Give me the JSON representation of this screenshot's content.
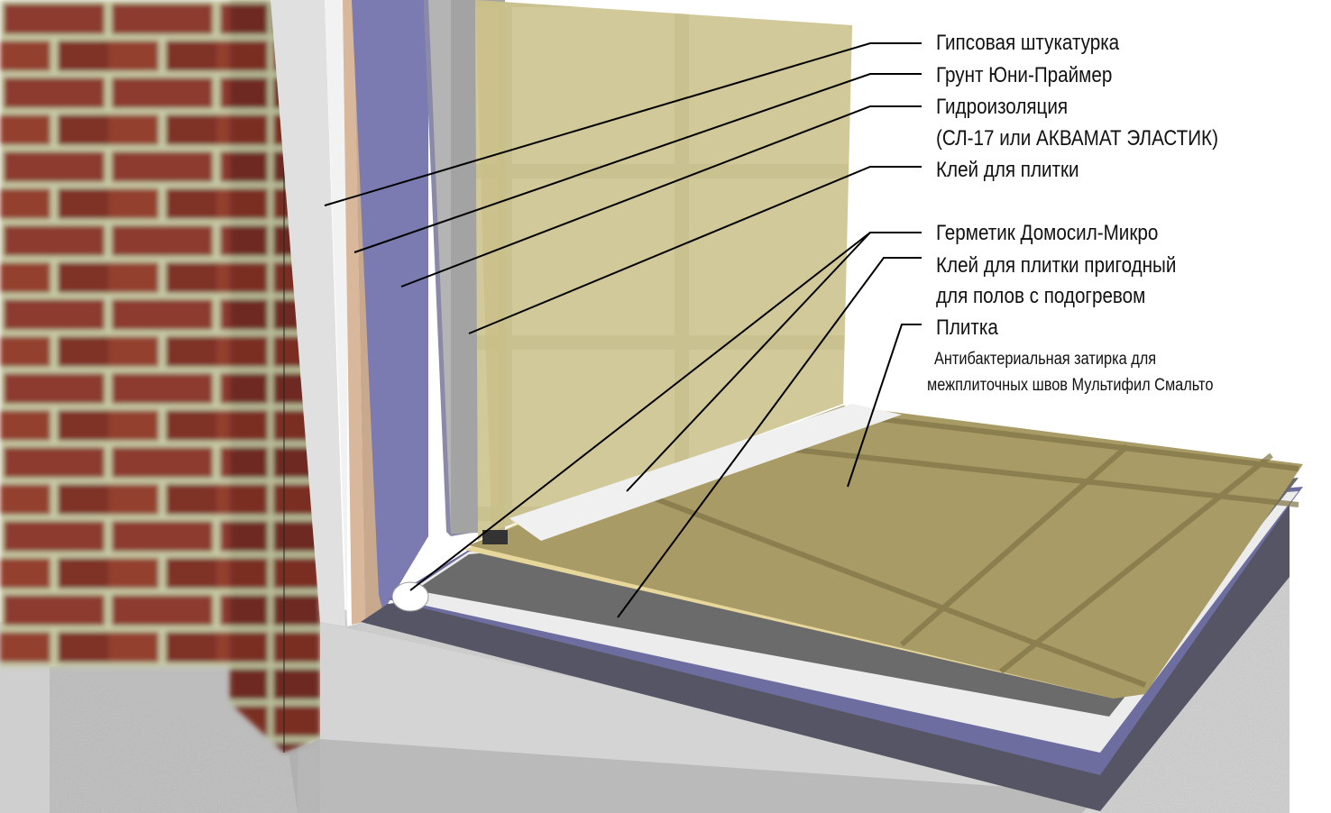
{
  "labels": {
    "plaster": "Гипсовая штукатурка",
    "primer": "Грунт Юни-Праймер",
    "waterproofing_line1": "Гидроизоляция",
    "waterproofing_line2": "(СЛ-17 или АКВАМАТ  ЭЛАСТИК)",
    "tile_adhesive": "Клей для плитки",
    "sealant": "Герметик Домосил-Микро",
    "floor_adhesive_line1": "Клей для плитки пригодный",
    "floor_adhesive_line2": "для  полов с подогревом",
    "tile": "Плитка",
    "grout_line1": "Антибактериальная затирка для",
    "grout_line2": "межплиточных швов Мультифил Смальто"
  },
  "colors": {
    "brick": "#8a3a2c",
    "mortar": "#c9cfa8",
    "concrete": "#c8c8c8",
    "plaster": "#eeeeee",
    "primer": "#d9b89c",
    "waterproofing": "#7a7ab0",
    "adhesive": "#a8a8a8",
    "tile": "#c9c08f",
    "floor_tile": "#a89a64",
    "tile_edge": "#e6d79a"
  }
}
